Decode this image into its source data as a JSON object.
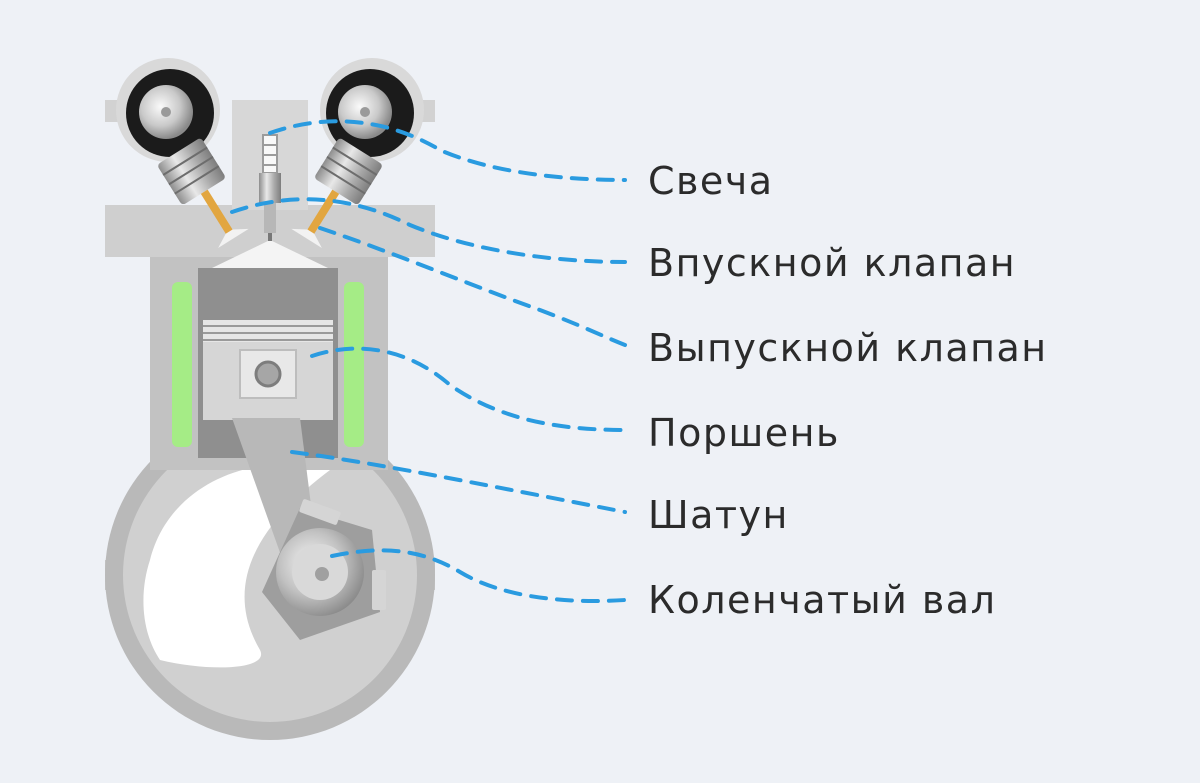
{
  "labels": {
    "spark_plug": "Свеча",
    "intake_valve": "Впускной клапан",
    "exhaust_valve": "Выпускной клапан",
    "piston": "Поршень",
    "connecting_rod": "Шатун",
    "crankshaft": "Коленчатый вал"
  },
  "colors": {
    "background": "#eef1f6",
    "leader_line": "#2a9be0",
    "coolant": "#a5ec86",
    "valve_stem": "#e2a640",
    "body_light": "#cccccc",
    "body_dark": "#b7b7b7"
  }
}
